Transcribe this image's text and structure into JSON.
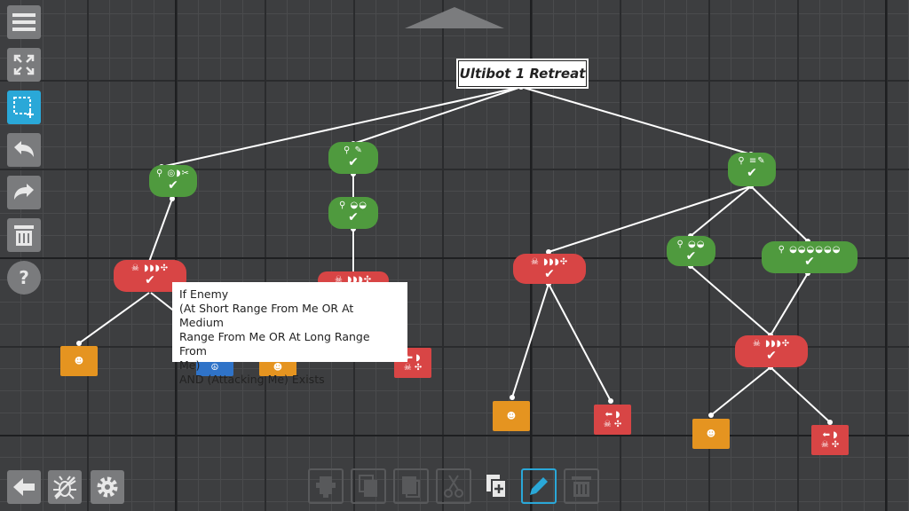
{
  "tree": {
    "root_label": "Ultibot 1 Retreat"
  },
  "tooltip": {
    "lines": [
      "If Enemy",
      "(At Short Range From Me OR At Medium",
      "Range From Me OR At Long Range From",
      "Me)",
      "AND (Attacking Me) Exists"
    ]
  },
  "nodes": {
    "check_mark": "✔",
    "cond_1_icons": "⚲ ◎◗✂",
    "cond_2_icons": "⚲ ✎",
    "cond_2b_icons": "⚲ ◒◒",
    "cond_3_icons": "⚲ ≡✎",
    "cond_3a_icons": "⚲ ◒◒",
    "cond_3b_icons": "⚲ ◒◒◒◒◒◒",
    "target_icons": "☠ ◗◗◗✣",
    "leaf_target_icons": "☠ ✣",
    "leaf_move_icons": "⬅ ◗",
    "leaf_orange_icon": "☻",
    "leaf_blue_icon": "☮"
  },
  "colors": {
    "condition": "#4f9a3e",
    "target": "#d84545",
    "move": "#e59420",
    "peace": "#2f73c8",
    "accent": "#2aa8d8"
  },
  "toolbar": {
    "left_icons": [
      "menu-icon",
      "fit-view-icon",
      "select-box-icon",
      "undo-icon",
      "redo-icon",
      "trash-icon",
      "help-icon"
    ],
    "bottom_left_icons": [
      "back-arrow-icon",
      "debug-bug-icon",
      "gear-icon"
    ],
    "edit_icons": [
      "add-node-icon",
      "duplicate-icon",
      "copy-icon",
      "cut-icon",
      "paste-icon",
      "pencil-icon",
      "delete-icon"
    ]
  }
}
